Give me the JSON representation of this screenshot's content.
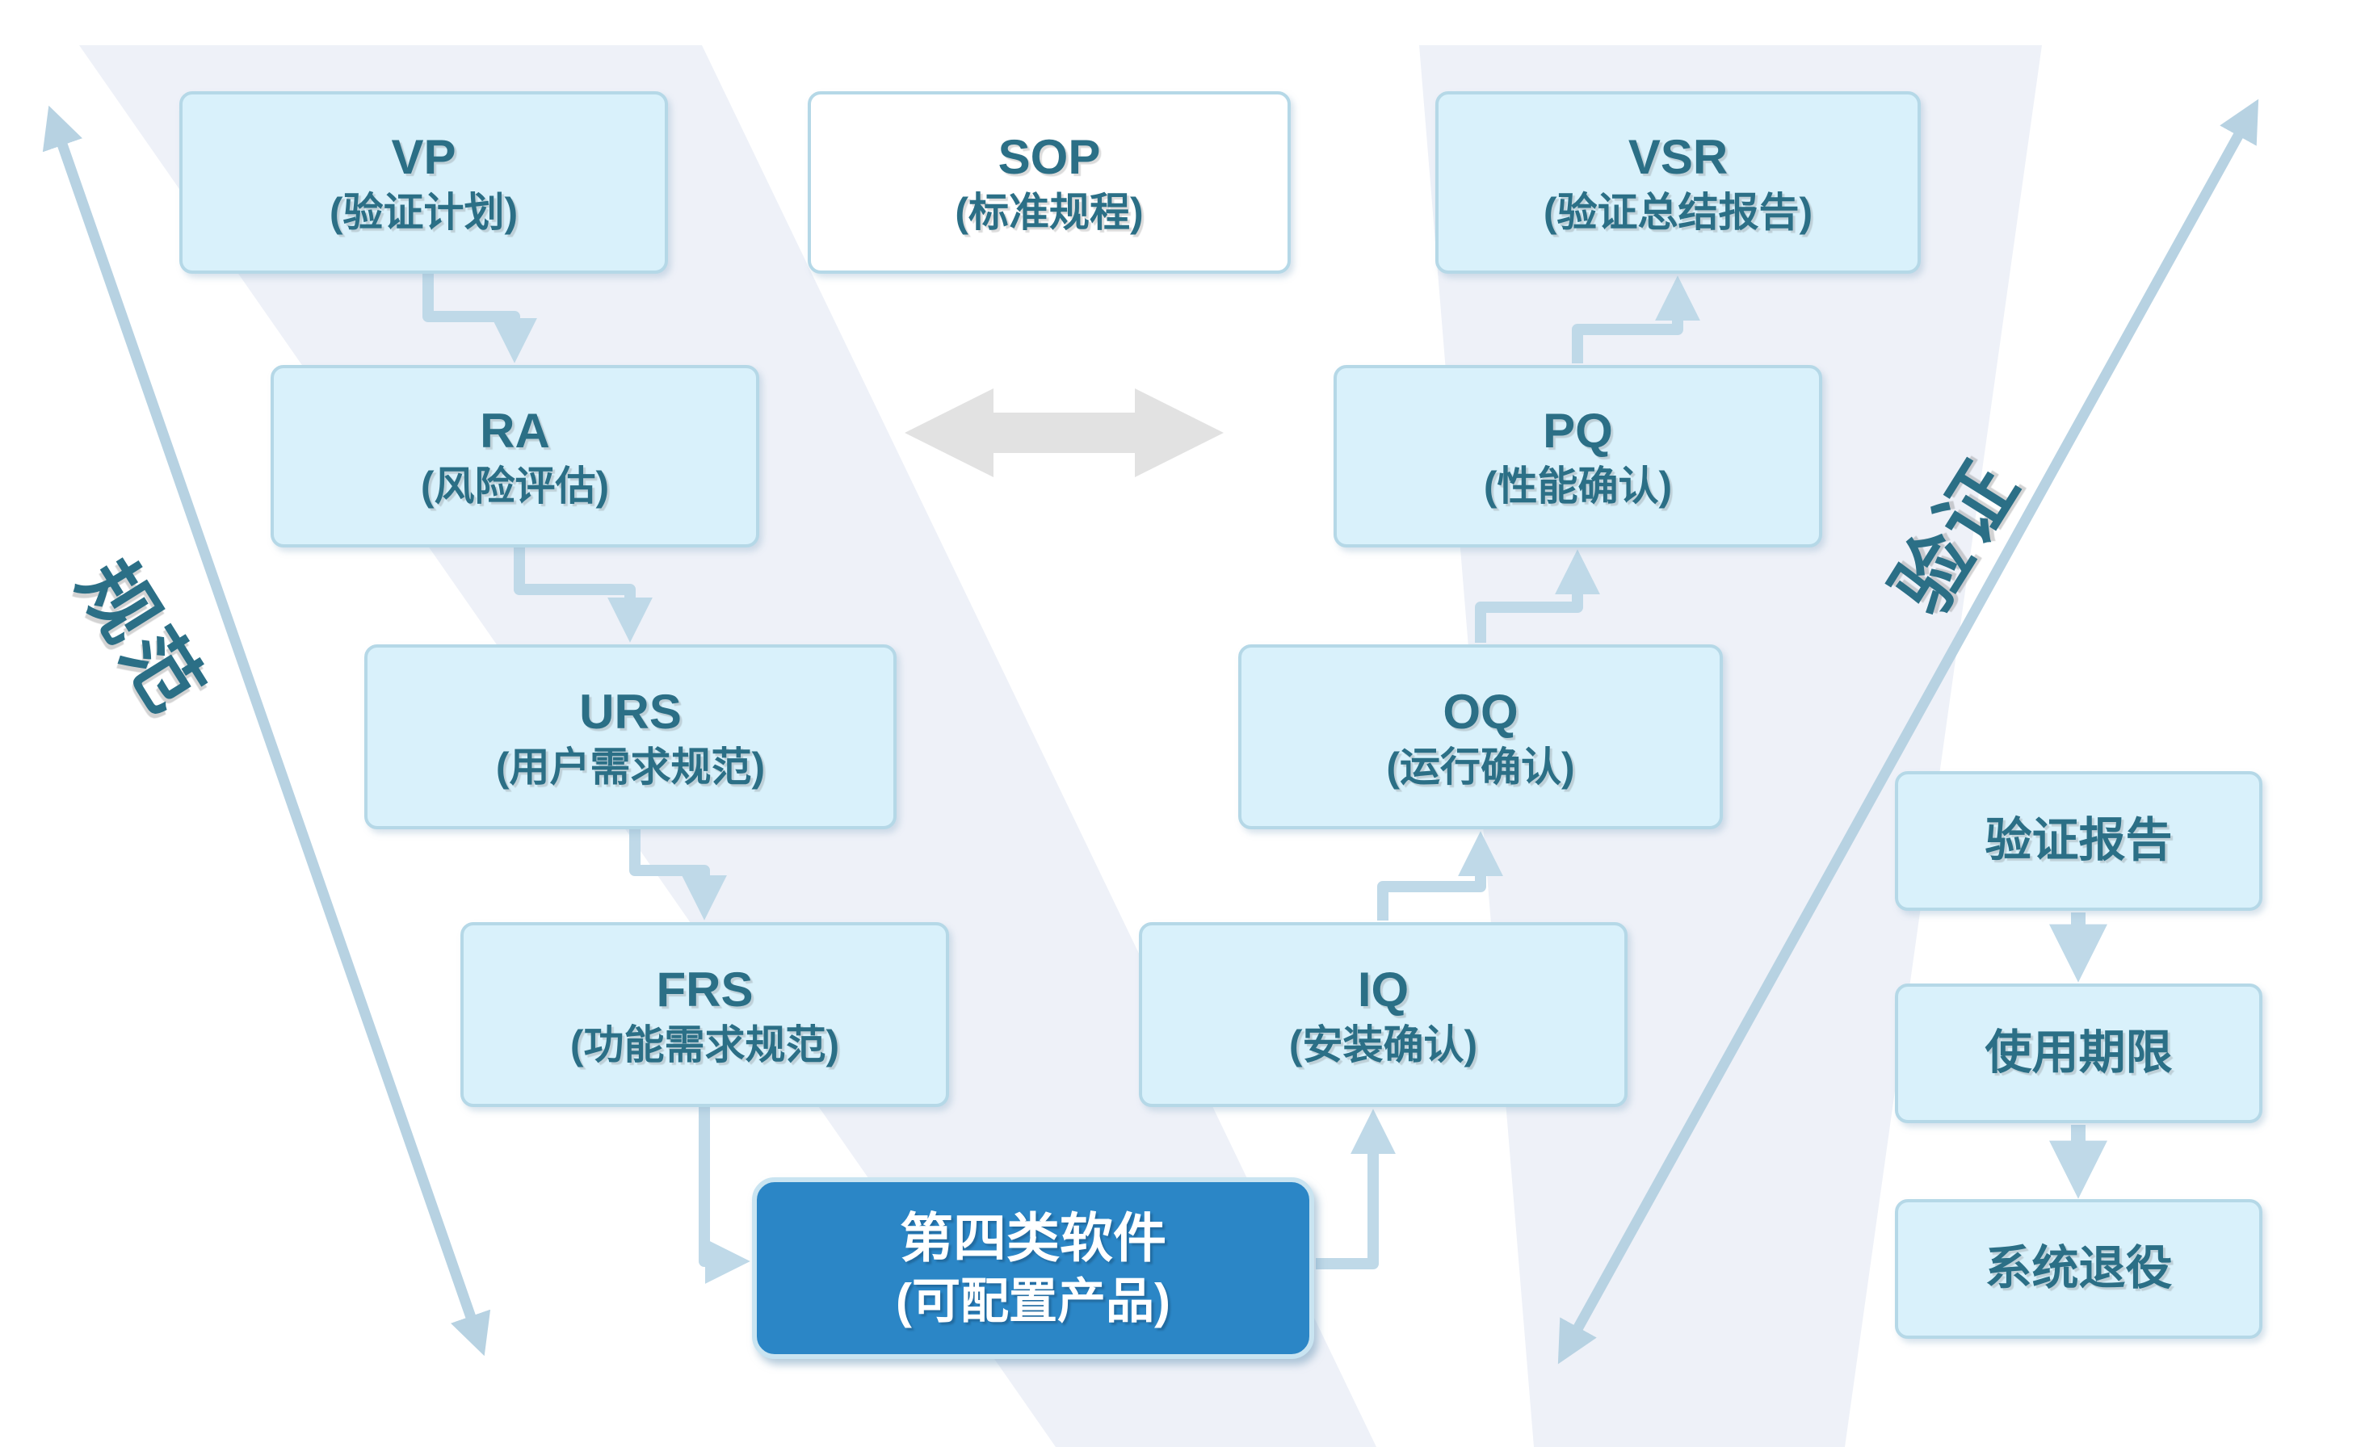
{
  "axes": {
    "left_label": "规范",
    "right_label": "验证"
  },
  "nodes": {
    "vp": {
      "title": "VP",
      "subtitle": "(验证计划)"
    },
    "ra": {
      "title": "RA",
      "subtitle": "(风险评估)"
    },
    "urs": {
      "title": "URS",
      "subtitle": "(用户需求规范)"
    },
    "frs": {
      "title": "FRS",
      "subtitle": "(功能需求规范)"
    },
    "sop": {
      "title": "SOP",
      "subtitle": "(标准规程)"
    },
    "vsr": {
      "title": "VSR",
      "subtitle": "(验证总结报告)"
    },
    "pq": {
      "title": "PQ",
      "subtitle": "(性能确认)"
    },
    "oq": {
      "title": "OQ",
      "subtitle": "(运行确认)"
    },
    "iq": {
      "title": "IQ",
      "subtitle": "(安装确认)"
    },
    "software": {
      "title": "第四类软件",
      "subtitle": "(可配置产品)"
    }
  },
  "lifecycle": [
    "验证报告",
    "使用期限",
    "系统退役"
  ],
  "colors": {
    "box_fill": "#d9f1fb",
    "box_border": "#b5d8e7",
    "box_text": "#2b6f86",
    "sop_fill": "#ffffff",
    "highlight_fill": "#2b86c6",
    "highlight_text": "#ffffff",
    "connector": "#bfd9e8",
    "axis_arrow": "#b7d2e2",
    "sync_arrow": "#e2e2e2",
    "v_band": "#eef1f8"
  }
}
